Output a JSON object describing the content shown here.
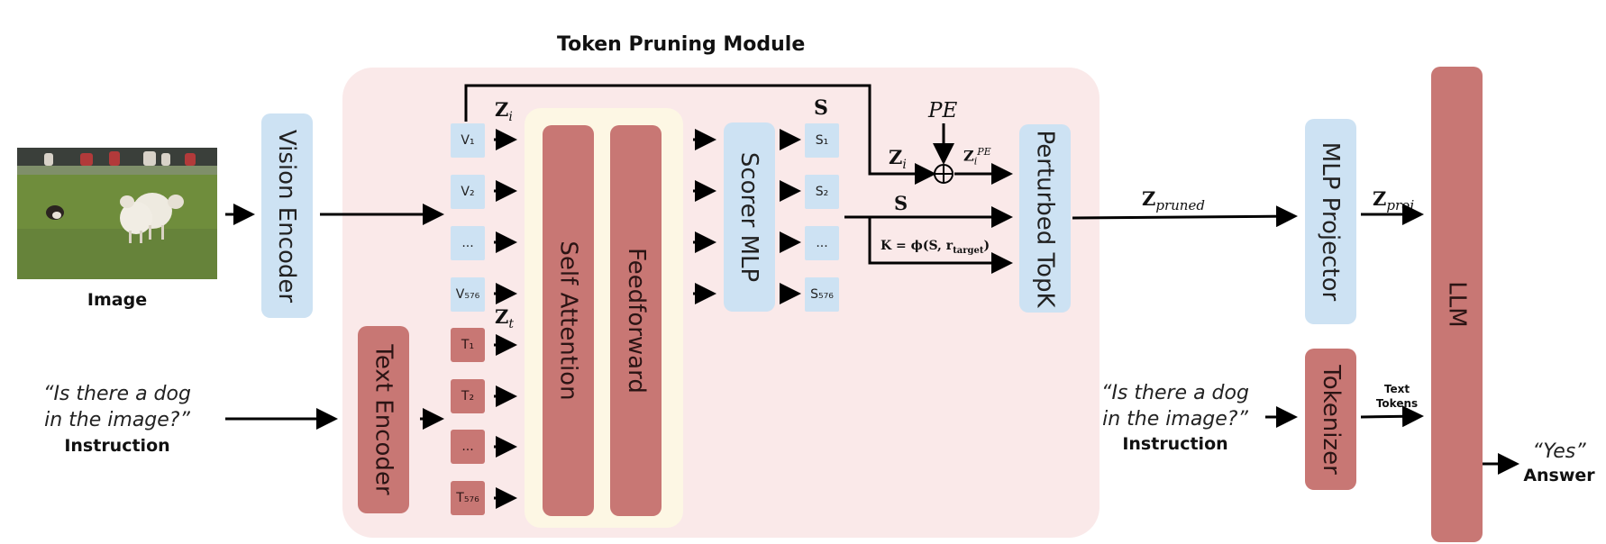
{
  "module_title": "Token Pruning Module",
  "image_label": "Image",
  "instruction_text": "“Is there a dog in the image?”",
  "instruction_label": "Instruction",
  "instruction_text_right": "“Is there a dog in the image?”",
  "instruction_label_right": "Instruction",
  "answer_text": "“Yes”",
  "answer_label": "Answer",
  "blocks": {
    "vision_encoder": "Vision Encoder",
    "text_encoder": "Text Encoder",
    "self_attention": "Self Attention",
    "feedforward": "Feedforward",
    "scorer_mlp": "Scorer MLP",
    "perturbed_topk": "Perturbed TopK",
    "mlp_projector": "MLP Projector",
    "tokenizer": "Tokenizer",
    "llm": "LLM"
  },
  "vision_tokens": [
    "V₁",
    "V₂",
    "...",
    "V₅₇₆"
  ],
  "text_tokens": [
    "T₁",
    "T₂",
    "...",
    "T₅₇₆"
  ],
  "score_tokens": [
    "S₁",
    "S₂",
    "...",
    "S₅₇₆"
  ],
  "math": {
    "z_i": "Z",
    "z_i_sub": "i",
    "z_t": "Z",
    "z_t_sub": "t",
    "s": "S",
    "pe": "PE",
    "z_i_pe": "Z",
    "z_i_pe_sub": "i",
    "z_i_pe_sup": "PE",
    "z_i_top": "Z",
    "z_i_top_sub": "i",
    "s_arrow": "S",
    "k_formula": "K = ϕ(S, r",
    "k_formula_sub": "target",
    "k_formula_end": ")",
    "z_pruned": "Z",
    "z_pruned_sub": "pruned",
    "z_proj": "Z",
    "z_proj_sub": "proj",
    "text_tokens_label_1": "Text",
    "text_tokens_label_2": "Tokens"
  },
  "colors": {
    "module_bg": "#fae9e9",
    "inner_bg": "#fdf7e4",
    "blue_block": "#cde2f3",
    "red_block": "#c87774"
  }
}
